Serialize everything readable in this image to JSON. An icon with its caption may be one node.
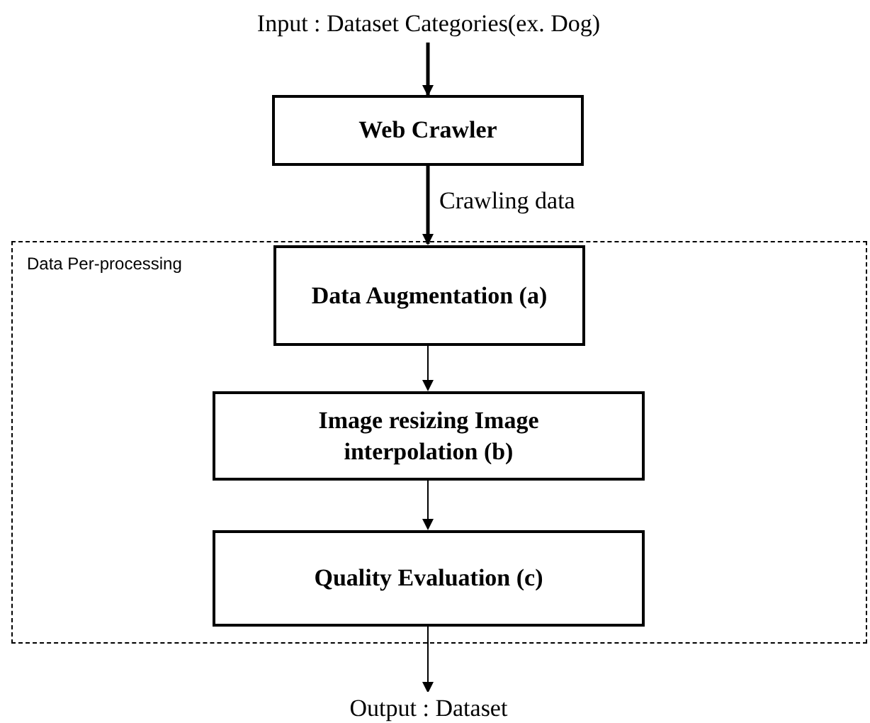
{
  "diagram": {
    "nodes": [
      {
        "text": [
          "Input : Dataset Categories(ex. Dog)"
        ]
      },
      {
        "text": [
          "Web Crawler"
        ]
      },
      {
        "text": [
          "Data Per-processing"
        ]
      },
      {
        "text": [
          "Data Augmentation (a)"
        ],
        "in": 2
      },
      {
        "text": [
          "Image resizing Image interpolation (b)"
        ],
        "in": 2
      },
      {
        "text": [
          "Quality Evaluation (c)"
        ],
        "in": 2
      },
      {
        "text": [
          "Output : Dataset"
        ]
      }
    ],
    "edges": [
      {
        "from": 0,
        "to": 1,
        "arrow": "to",
        "style": "thick"
      },
      {
        "from": 1,
        "to": 3,
        "arrow": "to",
        "style": "thick",
        "label": "Crawling data"
      },
      {
        "from": 3,
        "to": 4,
        "arrow": "to"
      },
      {
        "from": 4,
        "to": 5,
        "arrow": "to"
      },
      {
        "from": 5,
        "to": 6,
        "arrow": "to"
      }
    ]
  }
}
